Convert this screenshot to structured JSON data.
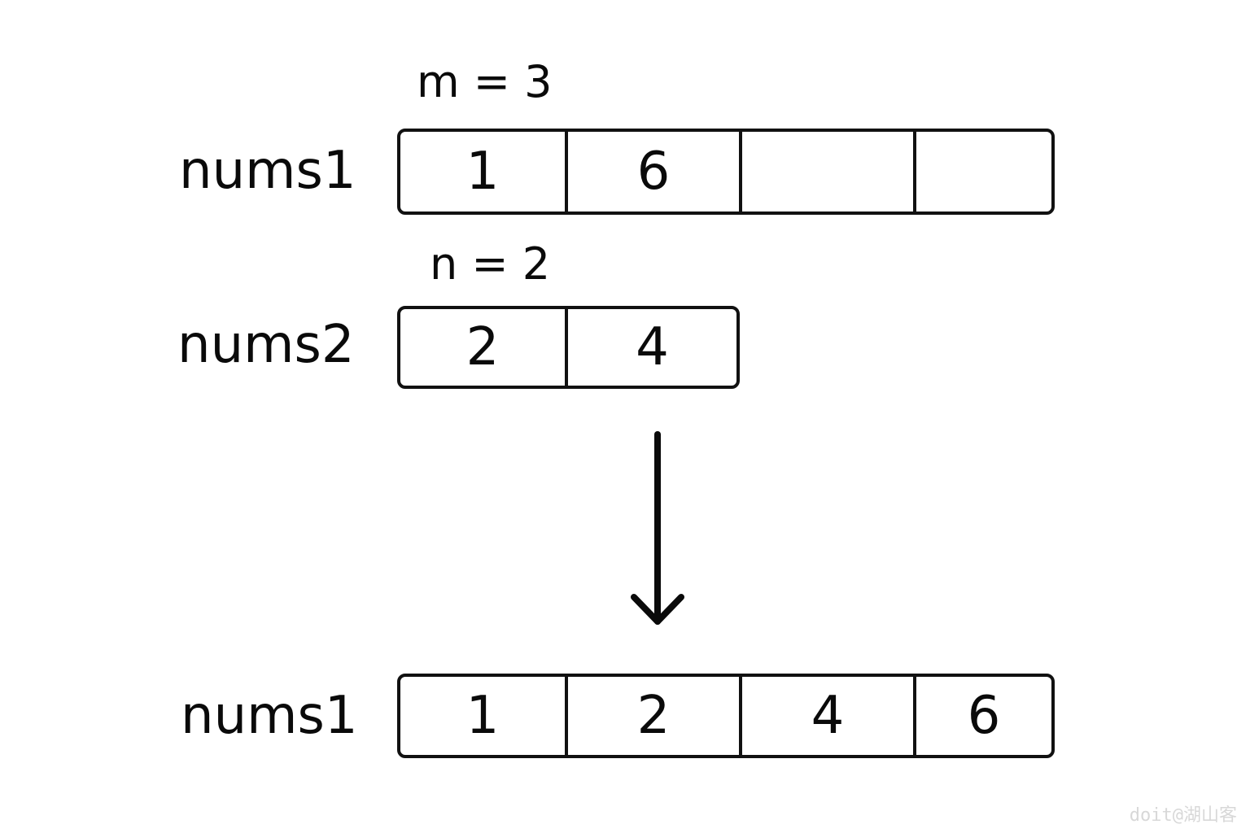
{
  "nums1_before": {
    "label": "nums1",
    "param": "m = 3",
    "cells": [
      "1",
      "6",
      "",
      ""
    ]
  },
  "nums2": {
    "label": "nums2",
    "param": "n = 2",
    "cells": [
      "2",
      "4"
    ]
  },
  "nums1_after": {
    "label": "nums1",
    "cells": [
      "1",
      "2",
      "4",
      "6"
    ]
  },
  "watermark": "doit@湖山客"
}
